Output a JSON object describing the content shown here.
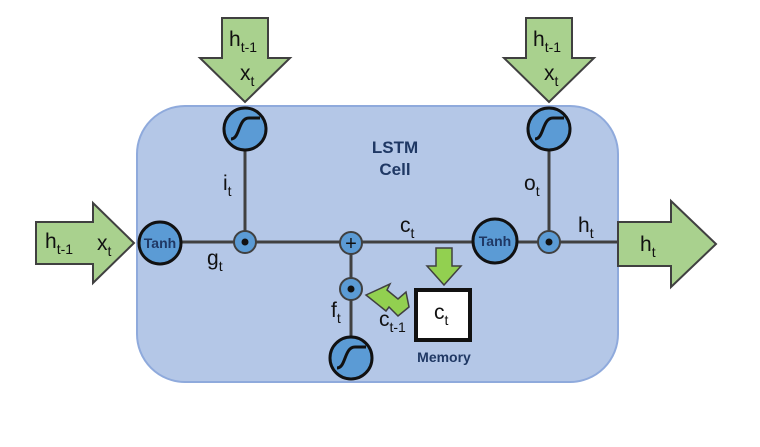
{
  "cell": {
    "title_line1": "LSTM",
    "title_line2": "Cell"
  },
  "memory": {
    "label": "Memory",
    "box_label": {
      "base": "c",
      "sub": "t"
    }
  },
  "inputs": {
    "top_left": {
      "line1": {
        "base": "h",
        "sub": "t-1"
      },
      "line2": {
        "base": "x",
        "sub": "t"
      }
    },
    "top_right": {
      "line1": {
        "base": "h",
        "sub": "t-1"
      },
      "line2": {
        "base": "x",
        "sub": "t"
      }
    },
    "left": {
      "a": {
        "base": "h",
        "sub": "t-1"
      },
      "b": {
        "base": "x",
        "sub": "t"
      }
    }
  },
  "output": {
    "base": "h",
    "sub": "t"
  },
  "nodes": {
    "tanh_left": "Tanh",
    "tanh_right": "Tanh",
    "plus": "+"
  },
  "labels": {
    "i": {
      "base": "i",
      "sub": "t"
    },
    "o": {
      "base": "o",
      "sub": "t"
    },
    "g": {
      "base": "g",
      "sub": "t"
    },
    "f": {
      "base": "f",
      "sub": "t"
    },
    "c": {
      "base": "c",
      "sub": "t"
    },
    "h": {
      "base": "h",
      "sub": "t"
    },
    "c_prev": {
      "base": "c",
      "sub": "t-1"
    }
  },
  "colors": {
    "cell_fill": "#b4c7e7",
    "cell_stroke": "#8faadc",
    "node_fill": "#5b9bd5",
    "arrow_fill": "#a9d18e",
    "memory_arrow_fill": "#92d050",
    "line": "#404040",
    "title_text": "#1f3864"
  }
}
